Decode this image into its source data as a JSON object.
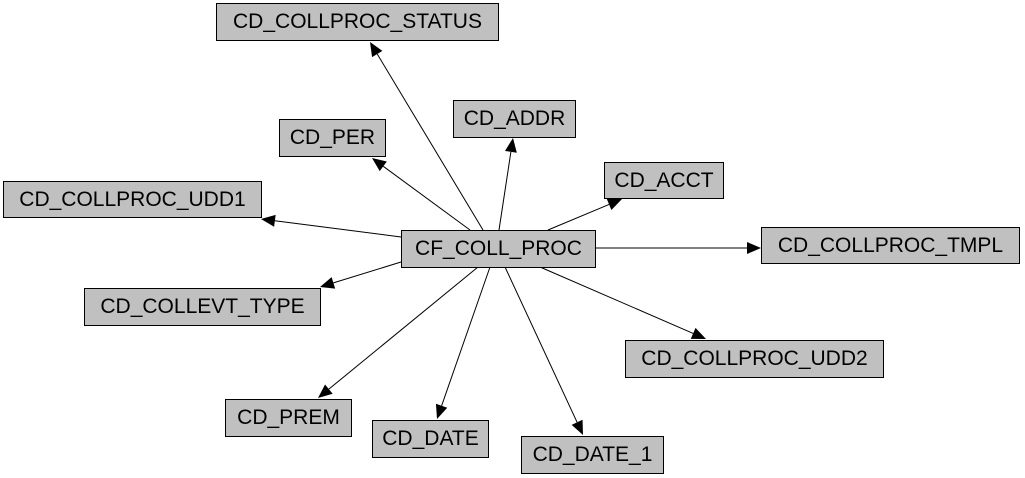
{
  "center": "CF_COLL_PROC",
  "nodes": {
    "status": "CD_COLLPROC_STATUS",
    "addr": "CD_ADDR",
    "per": "CD_PER",
    "acct": "CD_ACCT",
    "udd1": "CD_COLLPROC_UDD1",
    "tmpl": "CD_COLLPROC_TMPL",
    "collevt": "CD_COLLEVT_TYPE",
    "udd2": "CD_COLLPROC_UDD2",
    "prem": "CD_PREM",
    "date": "CD_DATE",
    "date1": "CD_DATE_1"
  },
  "edges": [
    {
      "from": "CF_COLL_PROC",
      "to": "CD_COLLPROC_STATUS"
    },
    {
      "from": "CF_COLL_PROC",
      "to": "CD_ADDR"
    },
    {
      "from": "CF_COLL_PROC",
      "to": "CD_PER"
    },
    {
      "from": "CF_COLL_PROC",
      "to": "CD_ACCT"
    },
    {
      "from": "CF_COLL_PROC",
      "to": "CD_COLLPROC_UDD1"
    },
    {
      "from": "CF_COLL_PROC",
      "to": "CD_COLLPROC_TMPL"
    },
    {
      "from": "CF_COLL_PROC",
      "to": "CD_COLLEVT_TYPE"
    },
    {
      "from": "CF_COLL_PROC",
      "to": "CD_COLLPROC_UDD2"
    },
    {
      "from": "CF_COLL_PROC",
      "to": "CD_PREM"
    },
    {
      "from": "CF_COLL_PROC",
      "to": "CD_DATE"
    },
    {
      "from": "CF_COLL_PROC",
      "to": "CD_DATE_1"
    }
  ]
}
